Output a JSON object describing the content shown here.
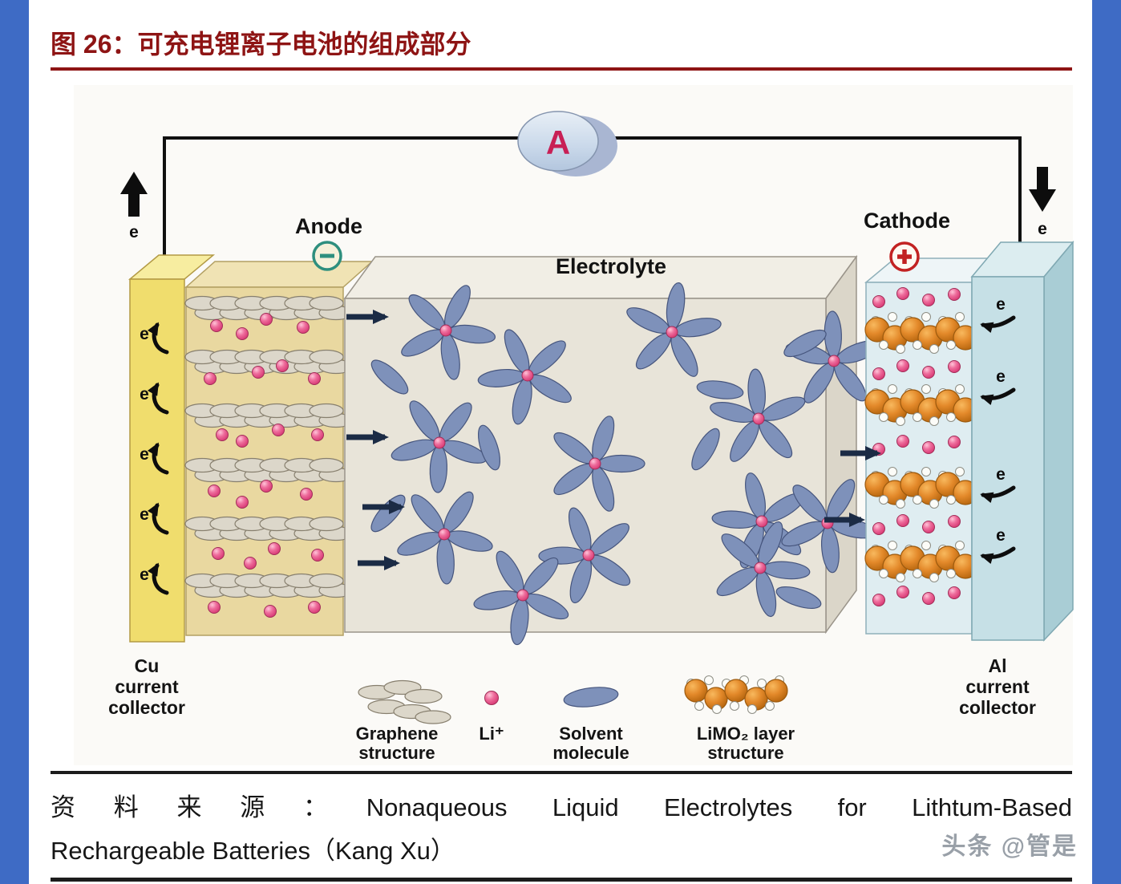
{
  "page": {
    "title": "图 26：可充电锂离子电池的组成部分",
    "source": {
      "line1": "资料来源：Nonaqueous Liquid Electrolytes for Lithtum-Based",
      "line2": "Rechargeable Batteries（Kang Xu）"
    },
    "watermark": "头条 @管是"
  },
  "diagram": {
    "ammeter_label": "A",
    "anode_label": "Anode",
    "cathode_label": "Cathode",
    "electrolyte_label": "Electrolyte",
    "electron_label": "e",
    "cu_collector": [
      "Cu",
      "current",
      "collector"
    ],
    "al_collector": [
      "Al",
      "current",
      "collector"
    ],
    "legend": {
      "graphene": [
        "Graphene",
        "structure"
      ],
      "li_ion": "Li⁺",
      "solvent": [
        "Solvent",
        "molecule"
      ],
      "limo2": [
        "LiMO₂ layer",
        "structure"
      ]
    }
  },
  "colors": {
    "accent_red": "#8e1414",
    "sidebar_blue": "#3e6bc5",
    "li_ion_pink": "#e0407e",
    "solvent_blue": "#7e91ba",
    "limo2_orange": "#e3892a",
    "cu_collector_yellow": "#f0dd6d",
    "al_collector_blue": "#c6e0e6"
  }
}
